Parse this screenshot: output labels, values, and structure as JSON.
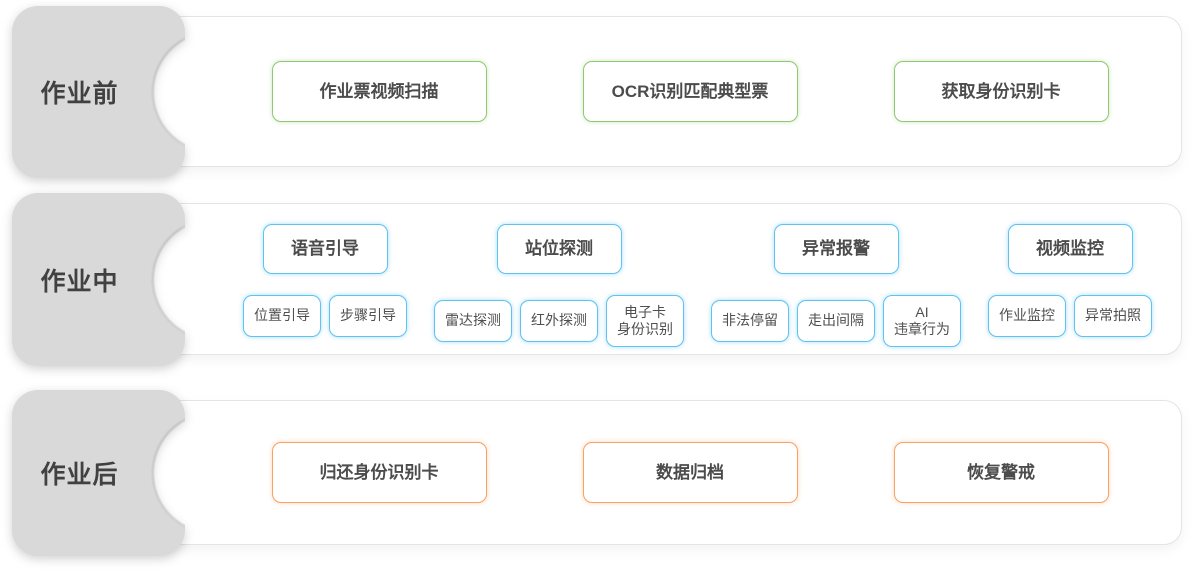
{
  "colors": {
    "green": "#91c973",
    "blue": "#5fc2ef",
    "orange": "#f8a263",
    "tag_bg": "#d9d9d9",
    "panel_border": "#e4e4e4",
    "text_dark": "#4c4c4c",
    "text_sub": "#4f4f4f"
  },
  "rows": [
    {
      "label": "作业前",
      "items": [
        "作业票视频扫描",
        "OCR识别匹配典型票",
        "获取身份识别卡"
      ]
    },
    {
      "label": "作业中",
      "groups": [
        {
          "header": "语音引导",
          "subs": [
            "位置引导",
            "步骤引导"
          ]
        },
        {
          "header": "站位探测",
          "subs": [
            "雷达探测",
            "红外探测",
            "电子卡\n身份识别"
          ]
        },
        {
          "header": "异常报警",
          "subs": [
            "非法停留",
            "走出间隔",
            "AI\n违章行为"
          ]
        },
        {
          "header": "视频监控",
          "subs": [
            "作业监控",
            "异常拍照"
          ]
        }
      ]
    },
    {
      "label": "作业后",
      "items": [
        "归还身份识别卡",
        "数据归档",
        "恢复警戒"
      ]
    }
  ]
}
